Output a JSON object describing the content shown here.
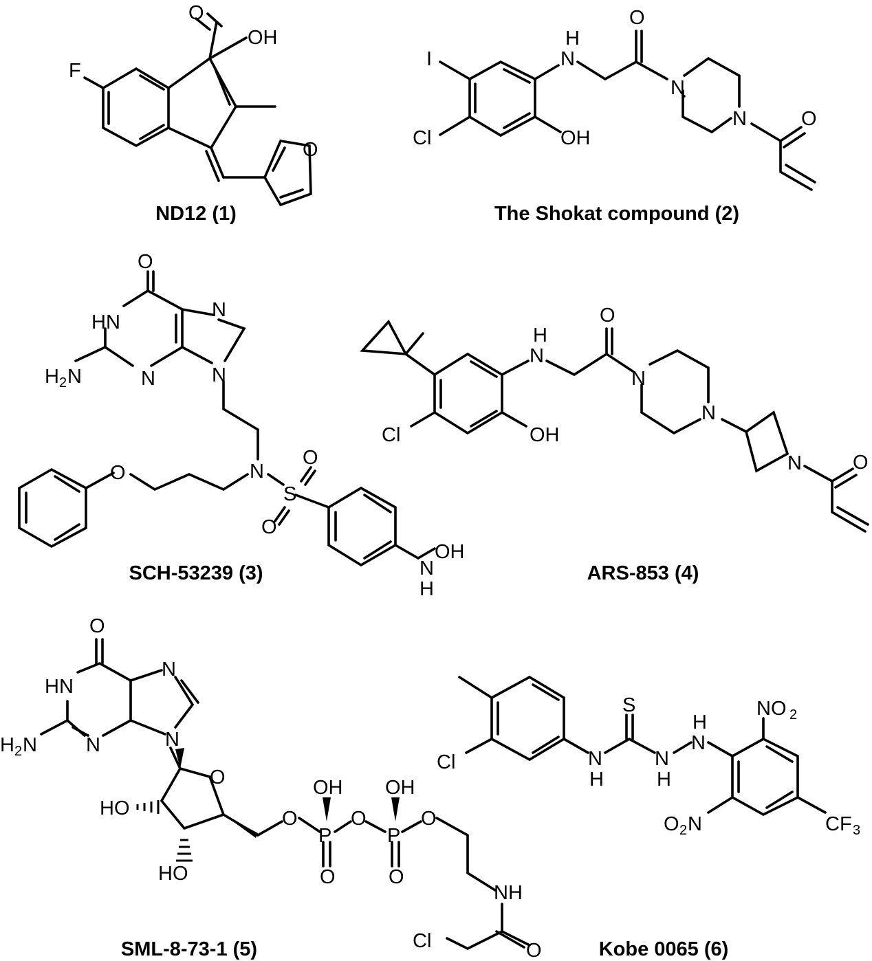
{
  "compounds": [
    {
      "name": "ND12 (1)"
    },
    {
      "name": "The Shokat compound (2)"
    },
    {
      "name": "SCH-53239 (3)"
    },
    {
      "name": "ARS-853 (4)"
    },
    {
      "name": "SML-8-73-1 (5)"
    },
    {
      "name": "Kobe 0065 (6)"
    }
  ],
  "atoms": {
    "O": "O",
    "OH": "OH",
    "HO": "HO",
    "F": "F",
    "I": "I",
    "Cl": "Cl",
    "N": "N",
    "H": "H",
    "HN": "HN",
    "H2N_main": "H",
    "H2N_tail": "N",
    "S": "S",
    "P": "P",
    "NH": "NH",
    "NO": "NO",
    "O2N_tail": "N",
    "CF": "CF",
    "two": "2",
    "three": "3"
  }
}
